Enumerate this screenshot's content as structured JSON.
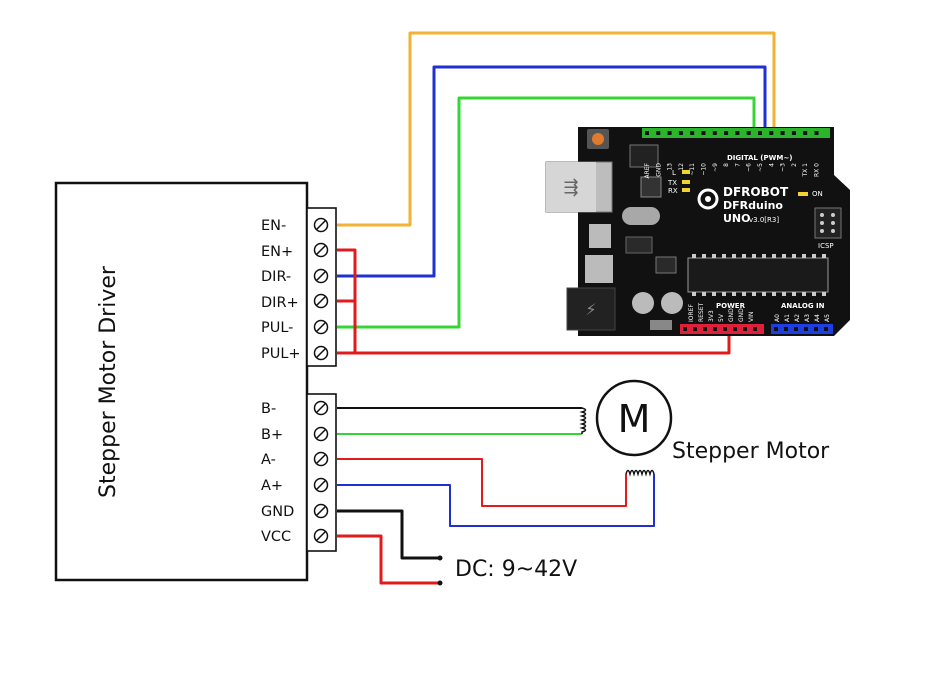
{
  "driver": {
    "title": "Stepper Motor Driver",
    "control_pins": [
      "EN-",
      "EN+",
      "DIR-",
      "DIR+",
      "PUL-",
      "PUL+"
    ],
    "output_pins": [
      "B-",
      "B+",
      "A-",
      "A+",
      "GND",
      "VCC"
    ]
  },
  "motor": {
    "symbol": "M",
    "label": "Stepper Motor"
  },
  "power": {
    "label": "DC: 9~42V"
  },
  "arduino": {
    "brand": "DFROBOT",
    "model": "DFRduino",
    "version": "UNO",
    "version_sub": "v3.0[R3]",
    "digital_label": "DIGITAL (PWM~)",
    "digital_pins": [
      "AREF",
      "GND",
      "13",
      "12",
      "~11",
      "~10",
      "~9",
      "8",
      "7",
      "~6",
      "~5",
      "4",
      "~3",
      "2",
      "TX 1",
      "RX 0"
    ],
    "power_label": "POWER",
    "power_pins": [
      "IOREF",
      "RESET",
      "3V3",
      "5V",
      "GND",
      "GND",
      "VIN"
    ],
    "analog_label": "ANALOG IN",
    "analog_pins": [
      "A0",
      "A1",
      "A2",
      "A3",
      "A4",
      "A5"
    ],
    "on_label": "ON",
    "icsp_label": "ICSP",
    "tx_label": "TX",
    "rx_label": "RX",
    "l_label": "L"
  },
  "colors": {
    "yellow_wire": "#f2b233",
    "blue_wire": "#1f2fd1",
    "green_wire": "#33d633",
    "red_wire": "#e01b1b",
    "black_wire": "#111111",
    "board": "#111111",
    "header_green": "#2bb52b",
    "header_red": "#e0203a",
    "header_blue": "#1e3ee0"
  }
}
